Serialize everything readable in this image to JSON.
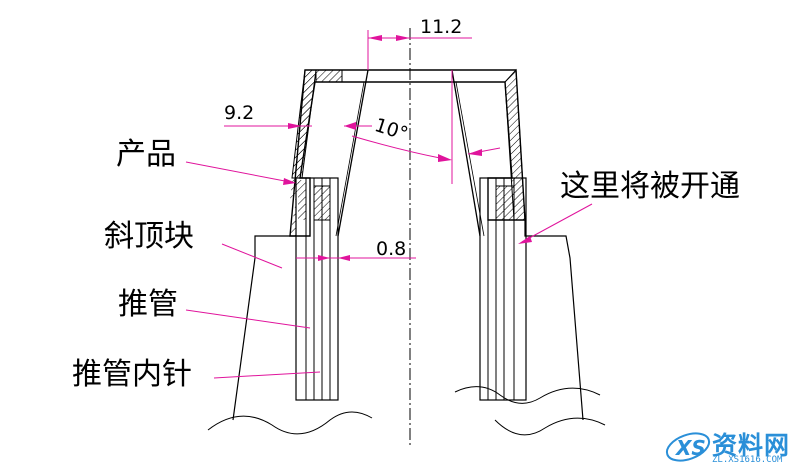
{
  "labels": {
    "product": "产品",
    "slanted_block": "斜顶块",
    "push_tube": "推管",
    "push_tube_pin": "推管内针",
    "opened_here": "这里将被开通"
  },
  "dimensions": {
    "top_width": "11.2",
    "left_width": "9.2",
    "angle": "10°",
    "gap": "0.8"
  },
  "watermark": {
    "brand": "资料网",
    "url": "ZL.XS1616.COM",
    "icon": "xs-logo-icon"
  },
  "colors": {
    "line": "#000000",
    "leader": "#e0149c",
    "brand": "#2a8fd8"
  }
}
